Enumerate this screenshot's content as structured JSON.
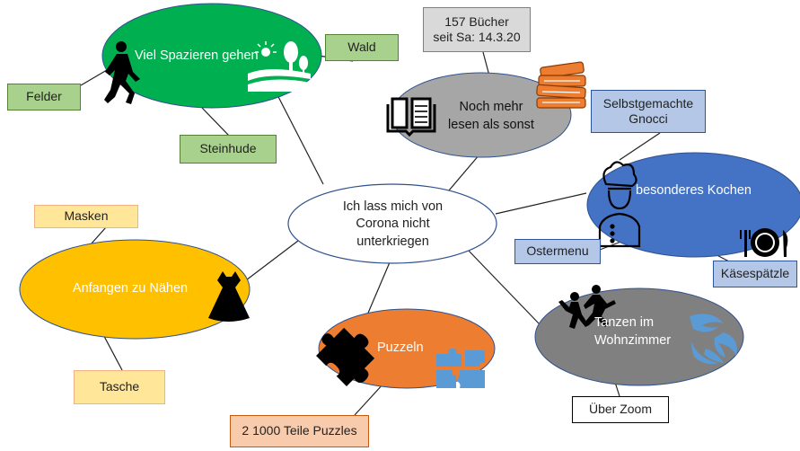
{
  "center": {
    "text_l1": "Ich lass mich von",
    "text_l2": "Corona nicht",
    "text_l3": "unterkriegen"
  },
  "nodes": {
    "spazieren": {
      "label": "Viel Spazieren gehen",
      "color": "#00b050"
    },
    "lesen": {
      "label_l1": "Noch mehr",
      "label_l2": "lesen als sonst",
      "color": "#a6a6a6"
    },
    "kochen": {
      "label": "besonderes Kochen",
      "color": "#4472c4"
    },
    "naehen": {
      "label": "Anfangen zu Nähen",
      "color": "#ffc000"
    },
    "puzzeln": {
      "label": "Puzzeln",
      "color": "#ed7d31"
    },
    "tanzen": {
      "label_l1": "Tanzen im",
      "label_l2": "Wohnzimmer",
      "color": "#808080"
    }
  },
  "boxes": {
    "wald": "Wald",
    "felder": "Felder",
    "steinhude": "Steinhude",
    "buecher_l1": "157 Bücher",
    "buecher_l2": "seit Sa: 14.3.20",
    "gnocci_l1": "Selbstgemachte",
    "gnocci_l2": "Gnocci",
    "ostermenu": "Ostermenu",
    "kaesespaetzle": "Käsespätzle",
    "masken": "Masken",
    "tasche": "Tasche",
    "puzzles": "2 1000 Teile Puzzles",
    "zoom": "Über Zoom"
  },
  "icons": [
    "walking-person-icon",
    "landscape-sun-icon",
    "books-stack-icon",
    "open-book-icon",
    "chef-icon",
    "plate-cutlery-icon",
    "dress-icon",
    "puzzle-piece-icon",
    "puzzle-pieces-icon",
    "dancers-icon",
    "swirl-icon"
  ]
}
